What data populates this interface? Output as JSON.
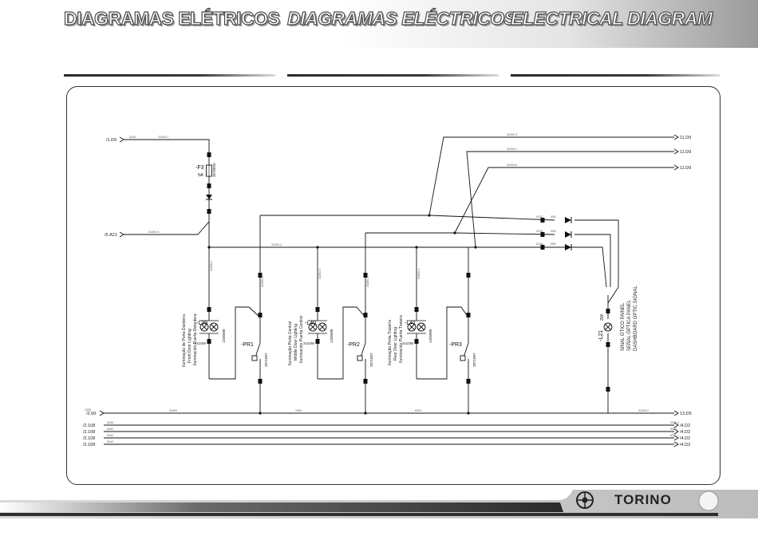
{
  "header": {
    "title_pt": "DIAGRAMAS ELÉTRICOS",
    "title_es": "DIAGRAMAS ELÉCTRICOS",
    "title_en": "ELECTRICAL DIAGRAM"
  },
  "footer": {
    "brand": "TORINO",
    "logo_icon": "steering-wheel-icon"
  },
  "refs": {
    "left_top": "/1.D9",
    "left_mid": "/5.A21",
    "left_bus": "/2.69",
    "left_b1": "/2.108",
    "left_b2": "/2.108",
    "left_b3": "/2.108",
    "left_b4": "/2.108",
    "right_1": "11.D9",
    "right_2": "11.D9",
    "right_3": "11.D9",
    "right_bus": "13.D5",
    "right_b1": "/4.D2",
    "right_b2": "/4.D2",
    "right_b3": "/4.D2",
    "right_b4": "/4.D2"
  },
  "components": {
    "fuse_label": "-F3",
    "fuse_rating": "5A",
    "fuse_code": "3678893",
    "l39": "-L39",
    "l40": "-L40",
    "l41": "-L41",
    "l21": "-L21",
    "pr1": "-PR1",
    "pr2": "-PR2",
    "pr3": "-PR3",
    "lamp_rating": "2x10W",
    "l21_rating": "2W",
    "lamp_code": "1336888",
    "switch_code": "2871887",
    "d_l39_pt": "Iluminação de Porta Dianteira",
    "d_l39_es": "Front Door Lighting",
    "d_l39_en": "Iluminación Puerta Delantera",
    "d_l40_pt": "Iluminação Porta Central",
    "d_l40_es": "Middle Door Lighting",
    "d_l40_en": "Iluminación Puerta Central",
    "d_l41_pt": "Iluminação Porta Traseira",
    "d_l41_es": "Rear Door Lighting",
    "d_l41_en": "Iluminación Puerta Trasera",
    "d_l21_pt": "SINAL ÓTICO PAINEL",
    "d_l21_es": "SEÑAL ÓPTICA PANEL",
    "d_l21_en": "DASHBOARD OPTIC SIGNAL"
  },
  "wires": {
    "w1": "2020",
    "w2": "31000.2",
    "w3": "31000.5",
    "w4": "31000.4",
    "w5": "31000.3",
    "w6": "31000.1",
    "w7": "1305",
    "w8": "31000",
    "w9": "1000",
    "w10": "6203",
    "w11": "5440",
    "w12": "5440",
    "w13": "5441",
    "w14": "5442",
    "w15": "31000.6",
    "w16": "2020.1",
    "w17": "5462",
    "w18": "31000.2",
    "w19": "31000.1",
    "w20": "31000.0",
    "w21": "31000.4",
    "w22": "31000.5",
    "w23": "31000.3",
    "w24": "5441"
  },
  "diodes": {
    "d1": "V112",
    "d2": "V113",
    "d3": "V114",
    "d1b": "X05",
    "d2b": "X05",
    "d3b": "X05"
  }
}
